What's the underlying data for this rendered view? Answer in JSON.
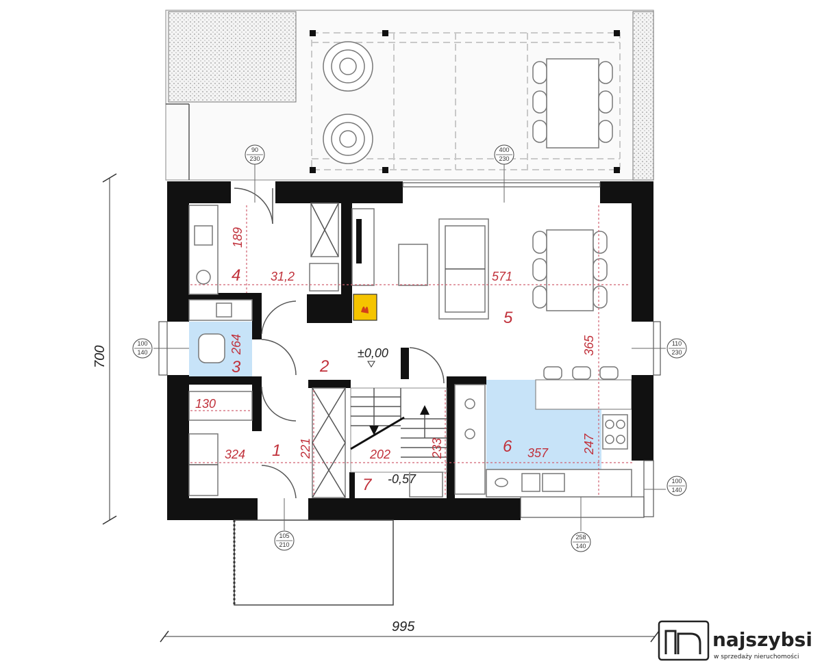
{
  "rooms": [
    "1",
    "2",
    "3",
    "4",
    "5",
    "6",
    "7"
  ],
  "dimensions": {
    "d189": "189",
    "d312": "31,2",
    "d571": "571",
    "d264": "264",
    "d365": "365",
    "d130": "130",
    "d324": "324",
    "d221": "221",
    "d202": "202",
    "d233": "233",
    "d357": "357",
    "d247": "247"
  },
  "levels": {
    "main": "±0,00",
    "stairs": "-0,57"
  },
  "overall": {
    "width": "995",
    "height": "700"
  },
  "openings": [
    {
      "w": "90",
      "h": "230"
    },
    {
      "w": "400",
      "h": "230"
    },
    {
      "w": "100",
      "h": "140"
    },
    {
      "w": "110",
      "h": "230"
    },
    {
      "w": "100",
      "h": "140"
    },
    {
      "w": "105",
      "h": "210"
    },
    {
      "w": "258",
      "h": "140"
    }
  ],
  "logo": {
    "brand": "najszybsi",
    "tagline": "w sprzedaży nieruchomości"
  },
  "colors": {
    "wall": "#111111",
    "highlight": "#c7e3f8",
    "dimension": "#c0303a",
    "fireplace": "#f5c400"
  }
}
